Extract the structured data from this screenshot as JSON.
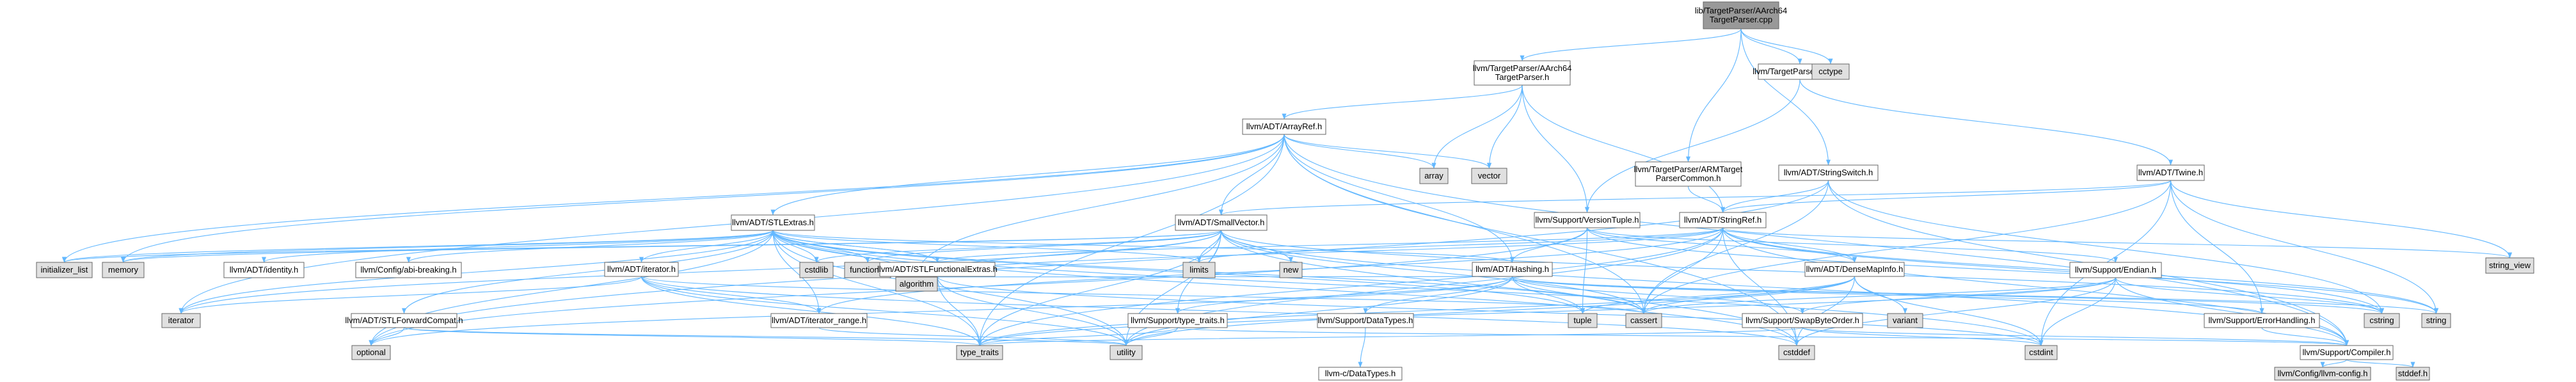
{
  "graph": {
    "colors": {
      "root_fill": "#999999",
      "header_fill": "#ffffff",
      "system_fill": "#e0e0e0",
      "missing_border": "#ff0000",
      "edge": "#63b8ff"
    },
    "nodes": [
      {
        "id": "root",
        "lines": [
          "lib/TargetParser/AArch64",
          "TargetParser.cpp"
        ],
        "kind": "root"
      },
      {
        "id": "aarch64tp",
        "lines": [
          "llvm/TargetParser/AArch64",
          "TargetParser.h"
        ],
        "kind": "header"
      },
      {
        "id": "triple",
        "lines": [
          "llvm/TargetParser/Triple.h"
        ],
        "kind": "header"
      },
      {
        "id": "cctype",
        "lines": [
          "cctype"
        ],
        "kind": "system"
      },
      {
        "id": "armcommon",
        "lines": [
          "llvm/TargetParser/ARMTarget",
          "ParserCommon.h"
        ],
        "kind": "header"
      },
      {
        "id": "stringswitch",
        "lines": [
          "llvm/ADT/StringSwitch.h"
        ],
        "kind": "header"
      },
      {
        "id": "arrayref",
        "lines": [
          "llvm/ADT/ArrayRef.h"
        ],
        "kind": "header"
      },
      {
        "id": "twine",
        "lines": [
          "llvm/ADT/Twine.h"
        ],
        "kind": "header"
      },
      {
        "id": "array",
        "lines": [
          "array"
        ],
        "kind": "system"
      },
      {
        "id": "vector",
        "lines": [
          "vector"
        ],
        "kind": "system"
      },
      {
        "id": "versiontuple",
        "lines": [
          "llvm/Support/VersionTuple.h"
        ],
        "kind": "header"
      },
      {
        "id": "stringref",
        "lines": [
          "llvm/ADT/StringRef.h"
        ],
        "kind": "header"
      },
      {
        "id": "stlextras",
        "lines": [
          "llvm/ADT/STLExtras.h"
        ],
        "kind": "header"
      },
      {
        "id": "smallvector",
        "lines": [
          "llvm/ADT/SmallVector.h"
        ],
        "kind": "header"
      },
      {
        "id": "stringview",
        "lines": [
          "string_view"
        ],
        "kind": "system"
      },
      {
        "id": "initlist",
        "lines": [
          "initializer_list"
        ],
        "kind": "system"
      },
      {
        "id": "memory",
        "lines": [
          "memory"
        ],
        "kind": "system"
      },
      {
        "id": "identity",
        "lines": [
          "llvm/ADT/identity.h"
        ],
        "kind": "header"
      },
      {
        "id": "abibreaking",
        "lines": [
          "llvm/Config/abi-breaking.h"
        ],
        "kind": "header"
      },
      {
        "id": "cstdlib",
        "lines": [
          "cstdlib"
        ],
        "kind": "system"
      },
      {
        "id": "functional",
        "lines": [
          "functional"
        ],
        "kind": "system"
      },
      {
        "id": "limits",
        "lines": [
          "limits"
        ],
        "kind": "system"
      },
      {
        "id": "new",
        "lines": [
          "new"
        ],
        "kind": "system"
      },
      {
        "id": "hashing",
        "lines": [
          "llvm/ADT/Hashing.h"
        ],
        "kind": "header"
      },
      {
        "id": "densemapinfo",
        "lines": [
          "llvm/ADT/DenseMapInfo.h"
        ],
        "kind": "header"
      },
      {
        "id": "endian",
        "lines": [
          "llvm/Support/Endian.h"
        ],
        "kind": "header"
      },
      {
        "id": "iteratorh",
        "lines": [
          "llvm/ADT/iterator.h"
        ],
        "kind": "header"
      },
      {
        "id": "stlfuncextras",
        "lines": [
          "llvm/ADT/STLFunctionalExtras.h"
        ],
        "kind": "header"
      },
      {
        "id": "iterator",
        "lines": [
          "iterator"
        ],
        "kind": "system"
      },
      {
        "id": "stlforward",
        "lines": [
          "llvm/ADT/STLForwardCompat.h"
        ],
        "kind": "header"
      },
      {
        "id": "iterrange",
        "lines": [
          "llvm/ADT/iterator_range.h"
        ],
        "kind": "header"
      },
      {
        "id": "algorithm",
        "lines": [
          "algorithm"
        ],
        "kind": "system"
      },
      {
        "id": "typetraitsh",
        "lines": [
          "llvm/Support/type_traits.h"
        ],
        "kind": "header"
      },
      {
        "id": "datatypes",
        "lines": [
          "llvm/Support/DataTypes.h"
        ],
        "kind": "header"
      },
      {
        "id": "tuple",
        "lines": [
          "tuple"
        ],
        "kind": "system"
      },
      {
        "id": "cassert",
        "lines": [
          "cassert"
        ],
        "kind": "system"
      },
      {
        "id": "swapbyteorder",
        "lines": [
          "llvm/Support/SwapByteOrder.h"
        ],
        "kind": "header_missing"
      },
      {
        "id": "variant",
        "lines": [
          "variant"
        ],
        "kind": "system"
      },
      {
        "id": "errorhandling",
        "lines": [
          "llvm/Support/ErrorHandling.h"
        ],
        "kind": "header"
      },
      {
        "id": "cstring",
        "lines": [
          "cstring"
        ],
        "kind": "system"
      },
      {
        "id": "string",
        "lines": [
          "string"
        ],
        "kind": "system"
      },
      {
        "id": "optional",
        "lines": [
          "optional"
        ],
        "kind": "system"
      },
      {
        "id": "typetraits",
        "lines": [
          "type_traits"
        ],
        "kind": "system"
      },
      {
        "id": "utility",
        "lines": [
          "utility"
        ],
        "kind": "system"
      },
      {
        "id": "cdatatypes",
        "lines": [
          "llvm-c/DataTypes.h"
        ],
        "kind": "header_missing"
      },
      {
        "id": "cstddef",
        "lines": [
          "cstddef"
        ],
        "kind": "system"
      },
      {
        "id": "cstdint",
        "lines": [
          "cstdint"
        ],
        "kind": "system"
      },
      {
        "id": "compiler",
        "lines": [
          "llvm/Support/Compiler.h"
        ],
        "kind": "header"
      },
      {
        "id": "llvmconfig",
        "lines": [
          "llvm/Config/llvm-config.h"
        ],
        "kind": "system"
      },
      {
        "id": "stddef",
        "lines": [
          "stddef.h"
        ],
        "kind": "system"
      }
    ],
    "edges": [
      [
        "root",
        "aarch64tp"
      ],
      [
        "root",
        "triple"
      ],
      [
        "root",
        "cctype"
      ],
      [
        "root",
        "armcommon"
      ],
      [
        "root",
        "stringswitch"
      ],
      [
        "aarch64tp",
        "arrayref"
      ],
      [
        "aarch64tp",
        "array"
      ],
      [
        "aarch64tp",
        "vector"
      ],
      [
        "aarch64tp",
        "versiontuple"
      ],
      [
        "aarch64tp",
        "stringref"
      ],
      [
        "triple",
        "twine"
      ],
      [
        "triple",
        "versiontuple"
      ],
      [
        "armcommon",
        "stringref"
      ],
      [
        "stringswitch",
        "stringref"
      ],
      [
        "stringswitch",
        "compiler"
      ],
      [
        "stringswitch",
        "cassert"
      ],
      [
        "stringswitch",
        "cstring"
      ],
      [
        "stringswitch",
        "optional"
      ],
      [
        "twine",
        "stringref"
      ],
      [
        "twine",
        "smallvector"
      ],
      [
        "twine",
        "errorhandling"
      ],
      [
        "twine",
        "cassert"
      ],
      [
        "twine",
        "cstdint"
      ],
      [
        "twine",
        "string"
      ],
      [
        "twine",
        "stringview"
      ],
      [
        "arrayref",
        "stlextras"
      ],
      [
        "arrayref",
        "smallvector"
      ],
      [
        "arrayref",
        "hashing"
      ],
      [
        "arrayref",
        "compiler"
      ],
      [
        "arrayref",
        "algorithm"
      ],
      [
        "arrayref",
        "array"
      ],
      [
        "arrayref",
        "cassert"
      ],
      [
        "arrayref",
        "cstddef"
      ],
      [
        "arrayref",
        "initlist"
      ],
      [
        "arrayref",
        "iterator"
      ],
      [
        "arrayref",
        "memory"
      ],
      [
        "arrayref",
        "typetraits"
      ],
      [
        "arrayref",
        "vector"
      ],
      [
        "versiontuple",
        "densemapinfo"
      ],
      [
        "versiontuple",
        "hashing"
      ],
      [
        "versiontuple",
        "endian"
      ],
      [
        "versiontuple",
        "optional"
      ],
      [
        "versiontuple",
        "string"
      ],
      [
        "versiontuple",
        "tuple"
      ],
      [
        "stringref",
        "densemapinfo"
      ],
      [
        "stringref",
        "stlfuncextras"
      ],
      [
        "stringref",
        "iterrange"
      ],
      [
        "stringref",
        "compiler"
      ],
      [
        "stringref",
        "algorithm"
      ],
      [
        "stringref",
        "cassert"
      ],
      [
        "stringref",
        "cstddef"
      ],
      [
        "stringref",
        "cstring"
      ],
      [
        "stringref",
        "limits"
      ],
      [
        "stringref",
        "string"
      ],
      [
        "stringref",
        "stringview"
      ],
      [
        "stringref",
        "typetraits"
      ],
      [
        "stringref",
        "utility"
      ],
      [
        "stlextras",
        "abibreaking"
      ],
      [
        "stlextras",
        "identity"
      ],
      [
        "stlextras",
        "stlforward"
      ],
      [
        "stlextras",
        "stlfuncextras"
      ],
      [
        "stlextras",
        "iteratorh"
      ],
      [
        "stlextras",
        "iterrange"
      ],
      [
        "stlextras",
        "hashing"
      ],
      [
        "stlextras",
        "algorithm"
      ],
      [
        "stlextras",
        "cassert"
      ],
      [
        "stlextras",
        "cstddef"
      ],
      [
        "stlextras",
        "cstdint"
      ],
      [
        "stlextras",
        "cstdlib"
      ],
      [
        "stlextras",
        "functional"
      ],
      [
        "stlextras",
        "initlist"
      ],
      [
        "stlextras",
        "iterator"
      ],
      [
        "stlextras",
        "limits"
      ],
      [
        "stlextras",
        "memory"
      ],
      [
        "stlextras",
        "optional"
      ],
      [
        "stlextras",
        "tuple"
      ],
      [
        "stlextras",
        "typetraits"
      ],
      [
        "stlextras",
        "utility"
      ],
      [
        "smallvector",
        "compiler"
      ],
      [
        "smallvector",
        "typetraitsh"
      ],
      [
        "smallvector",
        "algorithm"
      ],
      [
        "smallvector",
        "cassert"
      ],
      [
        "smallvector",
        "cstddef"
      ],
      [
        "smallvector",
        "cstdlib"
      ],
      [
        "smallvector",
        "cstring"
      ],
      [
        "smallvector",
        "functional"
      ],
      [
        "smallvector",
        "initlist"
      ],
      [
        "smallvector",
        "iterator"
      ],
      [
        "smallvector",
        "limits"
      ],
      [
        "smallvector",
        "memory"
      ],
      [
        "smallvector",
        "new"
      ],
      [
        "smallvector",
        "typetraits"
      ],
      [
        "smallvector",
        "utility"
      ],
      [
        "hashing",
        "errorhandling"
      ],
      [
        "hashing",
        "datatypes"
      ],
      [
        "hashing",
        "swapbyteorder"
      ],
      [
        "hashing",
        "typetraitsh"
      ],
      [
        "hashing",
        "algorithm"
      ],
      [
        "hashing",
        "cassert"
      ],
      [
        "hashing",
        "cstring"
      ],
      [
        "hashing",
        "optional"
      ],
      [
        "hashing",
        "string"
      ],
      [
        "hashing",
        "tuple"
      ],
      [
        "hashing",
        "utility"
      ],
      [
        "densemapinfo",
        "cassert"
      ],
      [
        "densemapinfo",
        "cstddef"
      ],
      [
        "densemapinfo",
        "cstdint"
      ],
      [
        "densemapinfo",
        "tuple"
      ],
      [
        "densemapinfo",
        "typetraits"
      ],
      [
        "densemapinfo",
        "utility"
      ],
      [
        "densemapinfo",
        "variant"
      ],
      [
        "endian",
        "compiler"
      ],
      [
        "endian",
        "swapbyteorder"
      ],
      [
        "endian",
        "cassert"
      ],
      [
        "endian",
        "cstddef"
      ],
      [
        "endian",
        "cstdint"
      ],
      [
        "endian",
        "cstring"
      ],
      [
        "endian",
        "typetraits"
      ],
      [
        "iteratorh",
        "iterrange"
      ],
      [
        "iteratorh",
        "cassert"
      ],
      [
        "iteratorh",
        "cstddef"
      ],
      [
        "iteratorh",
        "iterator"
      ],
      [
        "iteratorh",
        "typetraits"
      ],
      [
        "iteratorh",
        "utility"
      ],
      [
        "stlfuncextras",
        "stlextras"
      ],
      [
        "stlfuncextras",
        "cstdint"
      ],
      [
        "stlfuncextras",
        "typetraits"
      ],
      [
        "stlfuncextras",
        "utility"
      ],
      [
        "stlforward",
        "optional"
      ],
      [
        "stlforward",
        "typetraits"
      ],
      [
        "stlforward",
        "utility"
      ],
      [
        "iterrange",
        "utility"
      ],
      [
        "typetraitsh",
        "compiler"
      ],
      [
        "typetraitsh",
        "typetraits"
      ],
      [
        "typetraitsh",
        "utility"
      ],
      [
        "datatypes",
        "cdatatypes"
      ],
      [
        "swapbyteorder",
        "compiler"
      ],
      [
        "swapbyteorder",
        "cstdint"
      ],
      [
        "swapbyteorder",
        "typetraits"
      ],
      [
        "errorhandling",
        "compiler"
      ],
      [
        "compiler",
        "llvmconfig"
      ],
      [
        "compiler",
        "stddef"
      ]
    ]
  }
}
